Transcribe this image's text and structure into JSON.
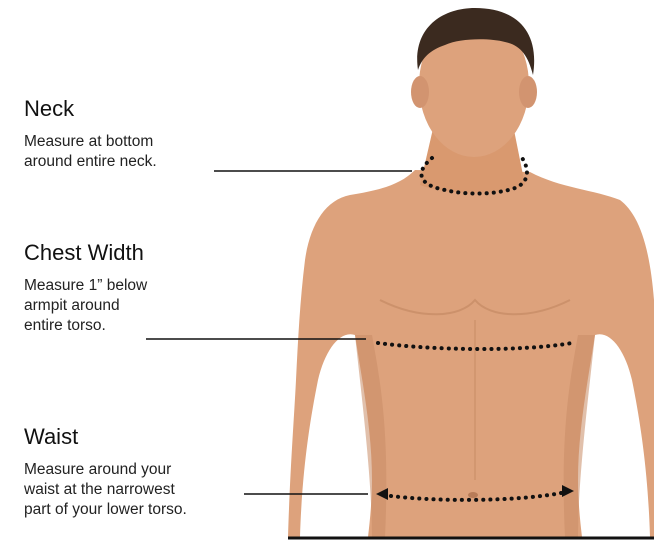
{
  "sections": {
    "neck": {
      "title": "Neck",
      "lines": [
        "Measure at bottom",
        "around entire neck."
      ]
    },
    "chest": {
      "title": "Chest Width",
      "lines": [
        "Measure 1” below",
        "armpit around",
        "entire torso."
      ]
    },
    "waist": {
      "title": "Waist",
      "lines": [
        "Measure around your",
        "waist at the narrowest",
        "part of your lower torso."
      ]
    }
  },
  "colors": {
    "skin": "#dda27c",
    "skin_shadow": "#c98c66",
    "hair": "#3b2a1f",
    "line": "#111111"
  }
}
